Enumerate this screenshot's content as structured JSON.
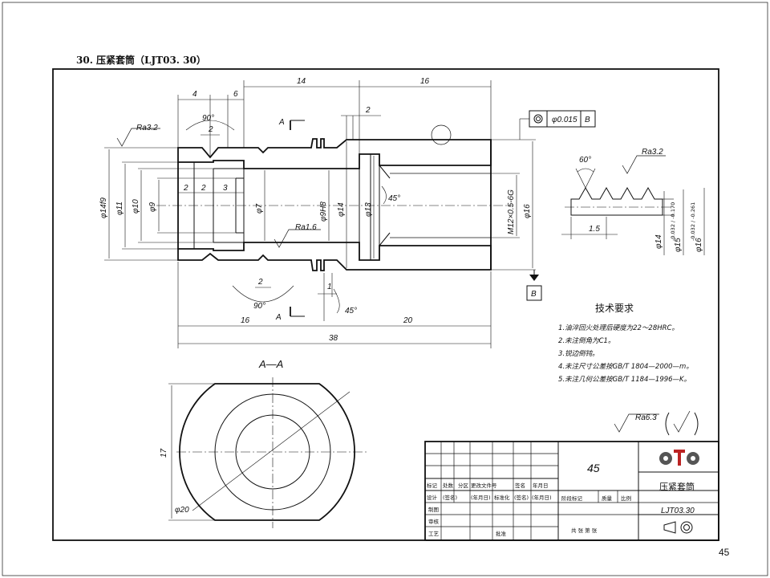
{
  "header": {
    "title": "30. 压紧套筒（LJT03. 30）"
  },
  "page_number": "45",
  "dims": {
    "d4": "4",
    "d6": "6",
    "d14": "14",
    "d16": "16",
    "d2a": "2",
    "d2b": "2",
    "ang90a": "90°",
    "ang90b": "90°",
    "ra32a": "Ra3.2",
    "ra32b": "Ra3.2",
    "ra16": "Ra1.6",
    "ra63": "Ra6.3",
    "phi14f9": "φ14f9",
    "phi11": "φ11",
    "phi10": "φ10",
    "phi9": "φ9",
    "s2a": "2",
    "s2b": "2",
    "s3": "3",
    "phi7": "φ7",
    "phi9h8": "φ9H8",
    "phi14b": "φ14",
    "phi13": "φ13",
    "ang45a": "45°",
    "ang45b": "45°",
    "m12": "M12×0.5-6G",
    "phi16": "φ16",
    "tol": "φ0.015",
    "datum": "B",
    "datum_b": "B",
    "sec_a1": "A",
    "sec_a2": "A",
    "bot16": "16",
    "bot20": "20",
    "bot38": "38",
    "bot2": "2",
    "bot1": "1",
    "ang60": "60°",
    "d15": "1.5",
    "th14": "φ14",
    "th15": "φ15",
    "th15tol": "-0.032 / -0.170",
    "th16": "φ16",
    "th16tol": "-0.032 / -0.261",
    "sec_title": "A—A",
    "s17": "17",
    "phi20": "φ20"
  },
  "notes": {
    "heading": "技术要求",
    "lines": [
      "1.油淬回火处理后硬度为22～28HRC。",
      "2.未注倒角为C1。",
      "3.锐边倒钝。",
      "4.未注尺寸公差按GB/T 1804—2000—m。",
      "5.未注几何公差按GB/T 1184—1996—K。"
    ]
  },
  "title_block": {
    "material": "45",
    "part_name": "压紧套筒",
    "drawing_no": "LJT03.30",
    "row1": [
      "标记",
      "处数",
      "分区",
      "更改文件号",
      "签名",
      "年月日"
    ],
    "row2": [
      "设计",
      "(签名)",
      "(年月日)",
      "标准化",
      "(签名)",
      "(年月日)"
    ],
    "row3": "制图",
    "row4": "审核",
    "row5": "工艺",
    "approve": "批准",
    "stage": "阶段标记",
    "weight": "质量",
    "scale": "比例",
    "sheets": "共    张     第    张"
  }
}
